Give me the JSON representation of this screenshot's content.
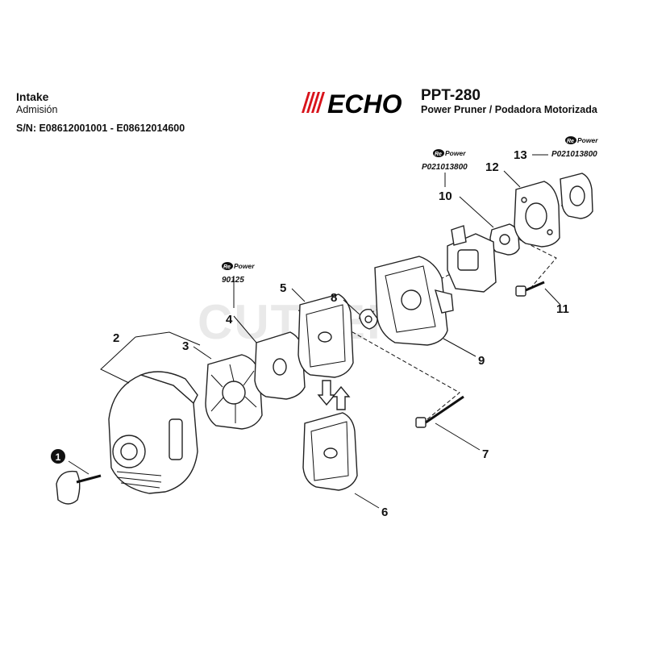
{
  "header": {
    "title": "Intake",
    "subtitle": "Admisión",
    "serial": "S/N: E08612001001 - E08612014600",
    "brand": "ECHO",
    "model": "PPT-280",
    "description": "Power Pruner / Podadora Motorizada"
  },
  "watermark": "CUTTERS",
  "repower_label": {
    "re": "Re",
    "power": "Power"
  },
  "callouts": [
    {
      "id": "1",
      "label": "1",
      "style": "filled"
    },
    {
      "id": "2",
      "label": "2"
    },
    {
      "id": "3",
      "label": "3"
    },
    {
      "id": "4",
      "label": "4",
      "part_number": "90125"
    },
    {
      "id": "5",
      "label": "5"
    },
    {
      "id": "6",
      "label": "6"
    },
    {
      "id": "7",
      "label": "7"
    },
    {
      "id": "8",
      "label": "8"
    },
    {
      "id": "9",
      "label": "9"
    },
    {
      "id": "10",
      "label": "10",
      "part_number": "P021013800"
    },
    {
      "id": "11",
      "label": "11"
    },
    {
      "id": "12",
      "label": "12"
    },
    {
      "id": "13",
      "label": "13",
      "part_number": "P021013800"
    }
  ],
  "colors": {
    "logo_red": "#d8131b",
    "ink": "#111111",
    "watermark": "#e9e9e9"
  }
}
